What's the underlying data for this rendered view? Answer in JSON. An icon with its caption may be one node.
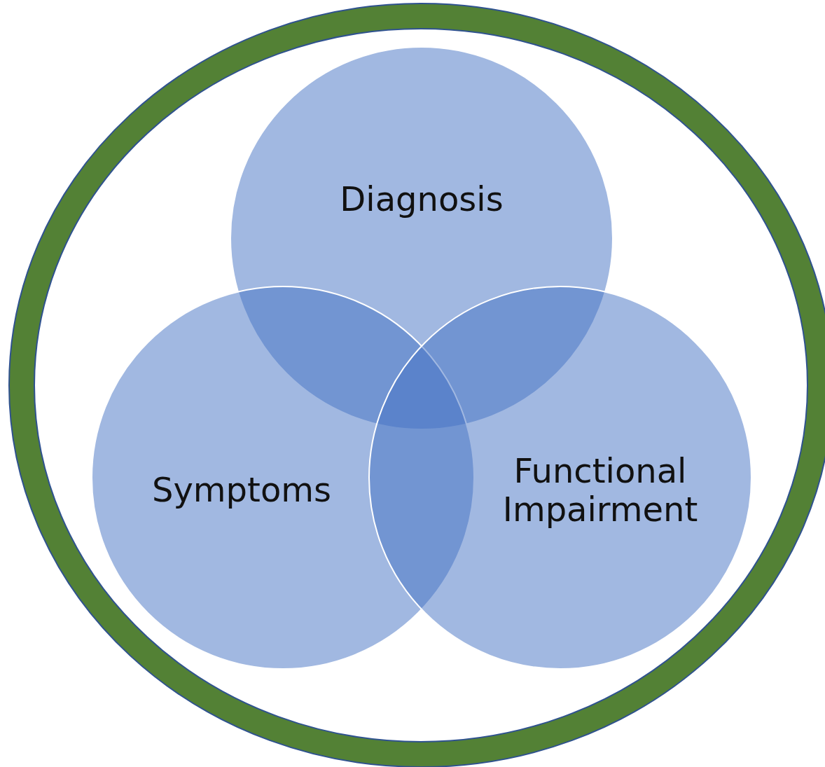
{
  "diagram": {
    "nodes": [
      {
        "text": [],
        "shape": "circle"
      },
      {
        "text": [
          "Diagnosis"
        ],
        "in": 0
      },
      {
        "text": [
          "Symptoms"
        ],
        "in": 0
      },
      {
        "text": [
          "Functional Impairment"
        ],
        "in": 0
      }
    ],
    "edges": []
  }
}
